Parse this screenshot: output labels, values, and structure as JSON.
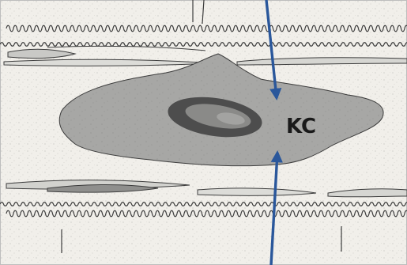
{
  "figure": {
    "cell_label": "KC"
  },
  "colors": {
    "background_tissue": "#f1efea",
    "cell_fill": "#a7a7a5",
    "nucleus_dark": "#4d4d4d",
    "nucleus_light": "#8a8a88",
    "fiber_stroke": "#3d3d3d",
    "arrow": "#2a579b",
    "frame": "#bdbdbd"
  },
  "arrows": [
    {
      "name": "upper-arrow",
      "direction": "down"
    },
    {
      "name": "lower-arrow",
      "direction": "up"
    }
  ]
}
